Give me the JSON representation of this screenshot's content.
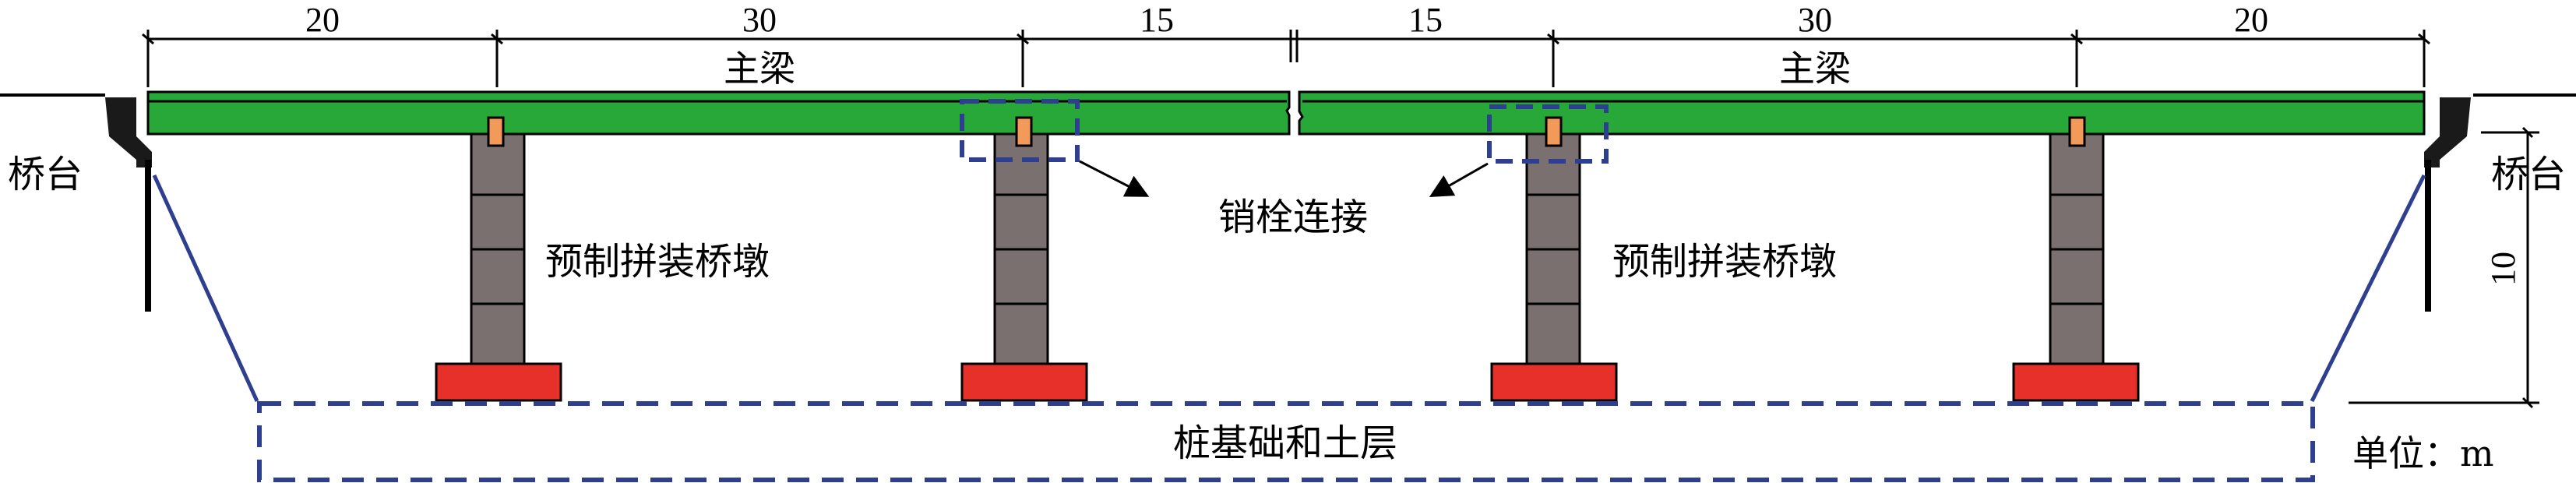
{
  "spans": [
    "20",
    "30",
    "15",
    "15",
    "30",
    "20"
  ],
  "labels": {
    "girder_left": "主梁",
    "girder_right": "主梁",
    "abutment_left": "桥台",
    "abutment_right": "桥台",
    "pier_left": "预制拼装桥墩",
    "pier_right": "预制拼装桥墩",
    "pin_connection": "销栓连接",
    "foundation": "桩基础和土层",
    "height": "10",
    "unit": "单位：m"
  },
  "colors": {
    "girder": "#29a83a",
    "pier": "#7a7070",
    "footing": "#e8302a",
    "bearing": "#f39a5a",
    "dashed": "#2e3f8f",
    "line": "#000000"
  }
}
